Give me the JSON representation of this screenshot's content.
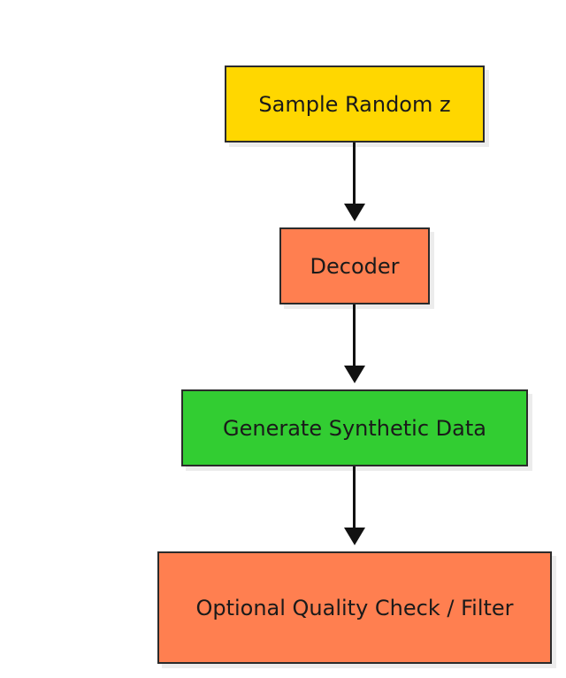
{
  "diagram": {
    "nodes": [
      {
        "id": "sample",
        "label": "Sample Random z",
        "color": "#ffd700"
      },
      {
        "id": "decoder",
        "label": "Decoder",
        "color": "#ff7f50"
      },
      {
        "id": "generate",
        "label": "Generate Synthetic Data",
        "color": "#32cd32"
      },
      {
        "id": "filter",
        "label": "Optional Quality Check / Filter",
        "color": "#ff7f50"
      }
    ],
    "edges": [
      {
        "from": "sample",
        "to": "decoder"
      },
      {
        "from": "decoder",
        "to": "generate"
      },
      {
        "from": "generate",
        "to": "filter"
      }
    ]
  }
}
